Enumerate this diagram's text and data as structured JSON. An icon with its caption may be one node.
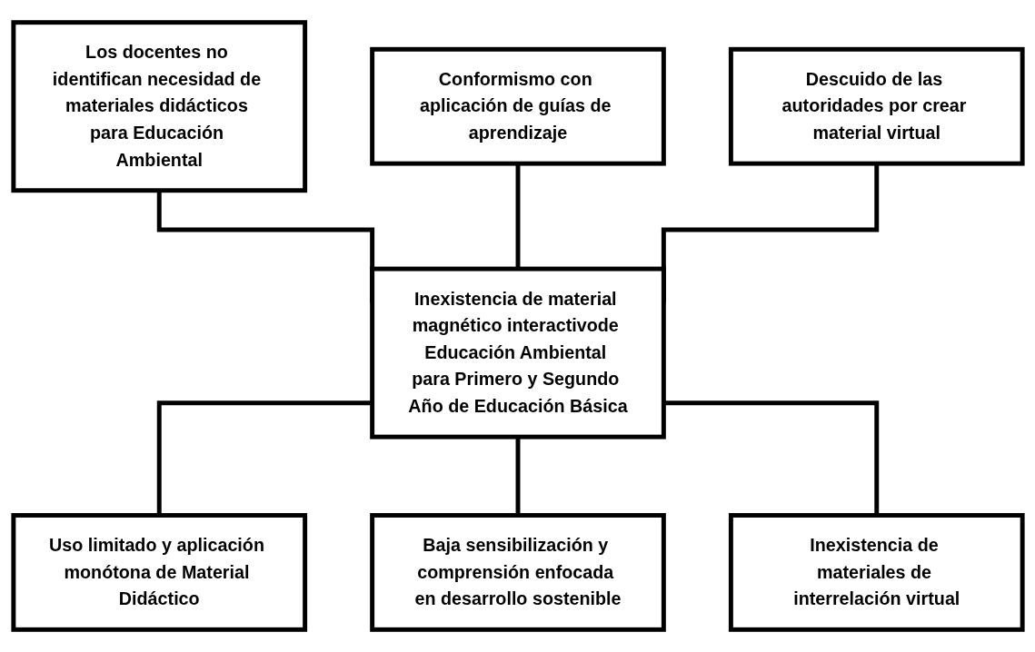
{
  "diagram": {
    "nodes": [
      {
        "text": [
          "Los docentes no identifican necesidad de materiales didácticos para Educación Ambiental"
        ]
      },
      {
        "text": [
          "Conformismo con aplicación de guías de aprendizaje"
        ]
      },
      {
        "text": [
          "Descuido de las autoridades por crear material virtual"
        ]
      },
      {
        "text": [
          "Inexistencia de material magnético interactivode Educación Ambiental para Primero y Segundo Año de Educación Básica"
        ]
      },
      {
        "text": [
          "Uso limitado y aplicación monótona de Material Didáctico"
        ]
      },
      {
        "text": [
          "Baja sensibilización y comprensión enfocada en desarrollo sostenible"
        ]
      },
      {
        "text": [
          "Inexistencia de materiales de interrelación virtual"
        ]
      }
    ],
    "edges": [
      {
        "from": 0,
        "to": 3,
        "arrow": "none"
      },
      {
        "from": 1,
        "to": 3,
        "arrow": "none"
      },
      {
        "from": 2,
        "to": 3,
        "arrow": "none"
      },
      {
        "from": 3,
        "to": 4,
        "arrow": "none"
      },
      {
        "from": 3,
        "to": 5,
        "arrow": "none"
      },
      {
        "from": 3,
        "to": 6,
        "arrow": "none"
      }
    ]
  }
}
